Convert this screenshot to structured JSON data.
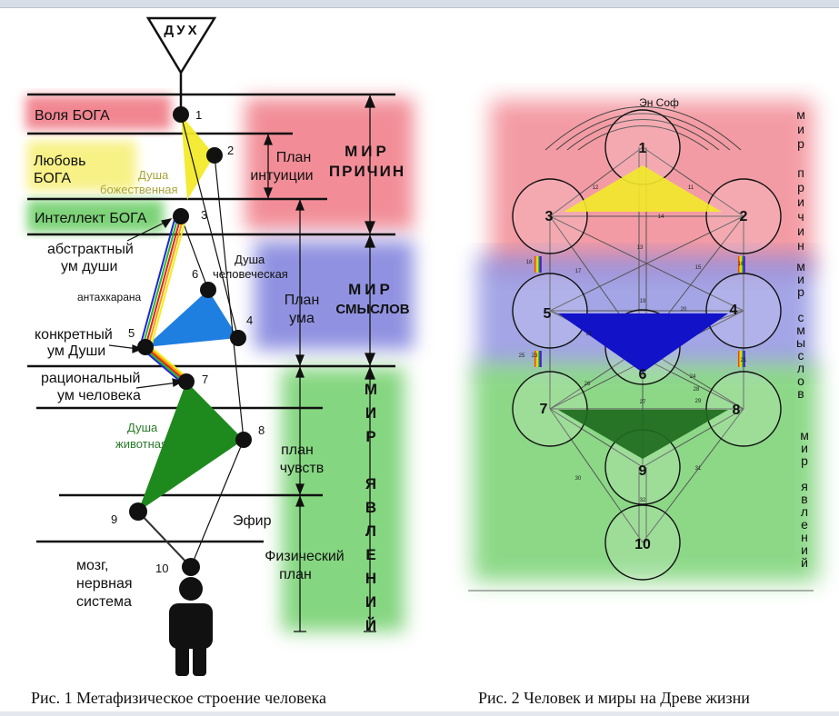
{
  "figure1": {
    "spirit_label": "ДУХ",
    "planes": {
      "will": "Воля БОГА",
      "love_line1": "Любовь",
      "love_line2": "БОГА",
      "divine_soul_line1": "Душа",
      "divine_soul_line2": "божественная",
      "intellect": "Интеллект БОГА"
    },
    "labels": {
      "abstract_mind_line1": "абстрактный",
      "abstract_mind_line2": "ум  души",
      "antahkarana": "антахкарана",
      "human_soul_line1": "Душа",
      "human_soul_line2": "человеческая",
      "concrete_mind_line1": "конкретный",
      "concrete_mind_line2": "ум Души",
      "rational_mind_line1": "рациональный",
      "rational_mind_line2": "ум  человека",
      "animal_soul_line1": "Душа",
      "animal_soul_line2": "животная",
      "ether": "Эфир",
      "brain_line1": "мозг,",
      "brain_line2": "нервная",
      "brain_line3": "система"
    },
    "plans": {
      "intuition_line1": "План",
      "intuition_line2": "интуиции",
      "mind_line1": "План",
      "mind_line2": "ума",
      "feelings_line1": "план",
      "feelings_line2": "чувств",
      "physical_line1": "Физический",
      "physical_line2": "план"
    },
    "worlds": {
      "causes_line1": "МИР",
      "causes_line2": "ПРИЧИН",
      "meanings_line1": "МИР",
      "meanings_line2": "СМЫСЛОВ",
      "manifest_letters": [
        "М",
        "И",
        "Р",
        "",
        "Я",
        "В",
        "Л",
        "Е",
        "Н",
        "И",
        "Й"
      ]
    },
    "node_numbers": [
      "1",
      "2",
      "3",
      "4",
      "5",
      "6",
      "7",
      "8",
      "9",
      "10"
    ],
    "caption": "Рис. 1 Метафизическое строение человека"
  },
  "figure2": {
    "en_sof": "Эн Соф",
    "sephirot": [
      "1",
      "2",
      "3",
      "4",
      "5",
      "6",
      "7",
      "8",
      "9",
      "10"
    ],
    "path_numbers": [
      "11",
      "12",
      "13",
      "14",
      "15",
      "16",
      "17",
      "18",
      "19",
      "20",
      "21",
      "22",
      "23",
      "24",
      "25",
      "26",
      "27",
      "28",
      "29",
      "30",
      "31",
      "32"
    ],
    "side_causes": [
      "м",
      "и",
      "р",
      "",
      "п",
      "р",
      "и",
      "ч",
      "и",
      "н"
    ],
    "side_meanings": [
      "м",
      "и",
      "р",
      "",
      "с",
      "м",
      "ы",
      "с",
      "л",
      "о",
      "в"
    ],
    "side_manifest": [
      "м",
      "и",
      "р",
      "",
      "я",
      "в",
      "л",
      "е",
      "н",
      "и",
      "й"
    ],
    "caption": "Рис. 2 Человек и миры на Древе жизни"
  },
  "colors": {
    "red_band": "#f07a86",
    "yellow_band": "#f7f07a",
    "green_band": "#6fcf6a",
    "blue_band": "#7d7fdc",
    "triangle_yellow": "#f2ea2a",
    "triangle_blue": "#1f7fe0",
    "triangle_green": "#1e8a1e",
    "tree_blue": "#1212c8",
    "tree_green": "#1e6b1e"
  }
}
